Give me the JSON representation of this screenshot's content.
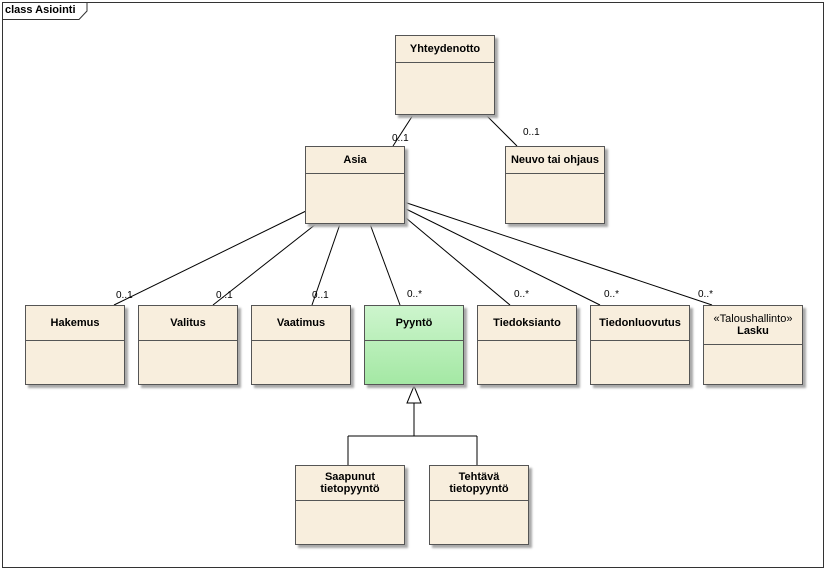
{
  "diagram": {
    "frame_label": "class Asiointi",
    "classes": {
      "yhteydenotto": {
        "name": "Yhteydenotto"
      },
      "asia": {
        "name": "Asia"
      },
      "neuvo": {
        "name": "Neuvo tai ohjaus"
      },
      "hakemus": {
        "name": "Hakemus"
      },
      "valitus": {
        "name": "Valitus"
      },
      "vaatimus": {
        "name": "Vaatimus"
      },
      "pyynto": {
        "name": "Pyyntö"
      },
      "tiedoksianto": {
        "name": "Tiedoksianto"
      },
      "tiedonluovutus": {
        "name": "Tiedonluovutus"
      },
      "lasku": {
        "stereotype": "«Taloushallinto»",
        "name": "Lasku"
      },
      "saapunut": {
        "name": "Saapunut tietopyyntö"
      },
      "tehtava": {
        "name": "Tehtävä tietopyyntö"
      }
    },
    "multiplicities": {
      "asia_from_yhteydenotto": "0..1",
      "neuvo_from_yhteydenotto": "0..1",
      "hakemus": "0..1",
      "valitus": "0..1",
      "vaatimus": "0..1",
      "pyynto": "0..*",
      "tiedoksianto": "0..*",
      "tiedonluovutus": "0..*",
      "lasku": "0..*"
    }
  }
}
